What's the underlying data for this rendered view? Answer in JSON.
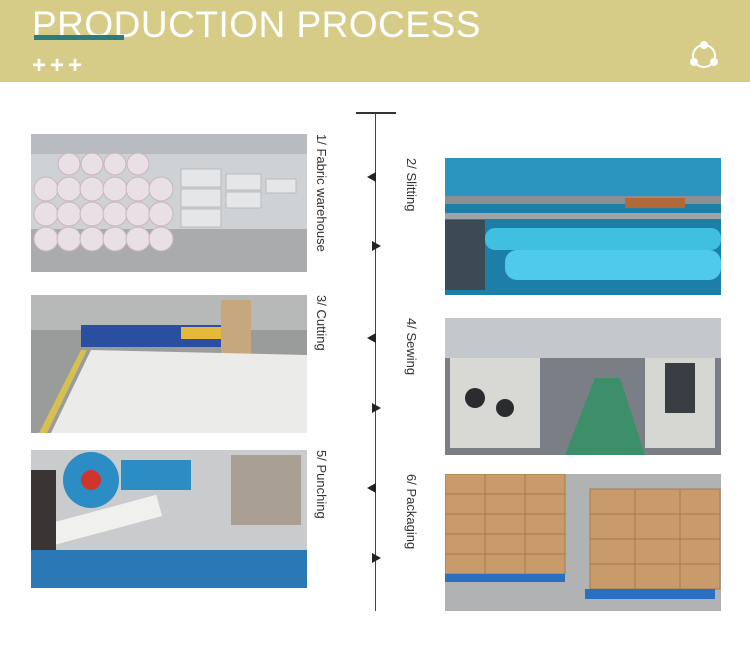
{
  "banner": {
    "title": "PRODUCTION PROCESS",
    "plus": "+++",
    "bg_color": "#d6cc88",
    "accent_color": "#2c7b7e",
    "icon": "share-icon"
  },
  "steps": [
    {
      "num": "1",
      "label": "Fabric warehouse"
    },
    {
      "num": "2",
      "label": "Slitting"
    },
    {
      "num": "3",
      "label": "Cutting"
    },
    {
      "num": "4",
      "label": "Sewing"
    },
    {
      "num": "5",
      "label": "Punching"
    },
    {
      "num": "6",
      "label": "Packaging"
    }
  ],
  "separator": "/"
}
